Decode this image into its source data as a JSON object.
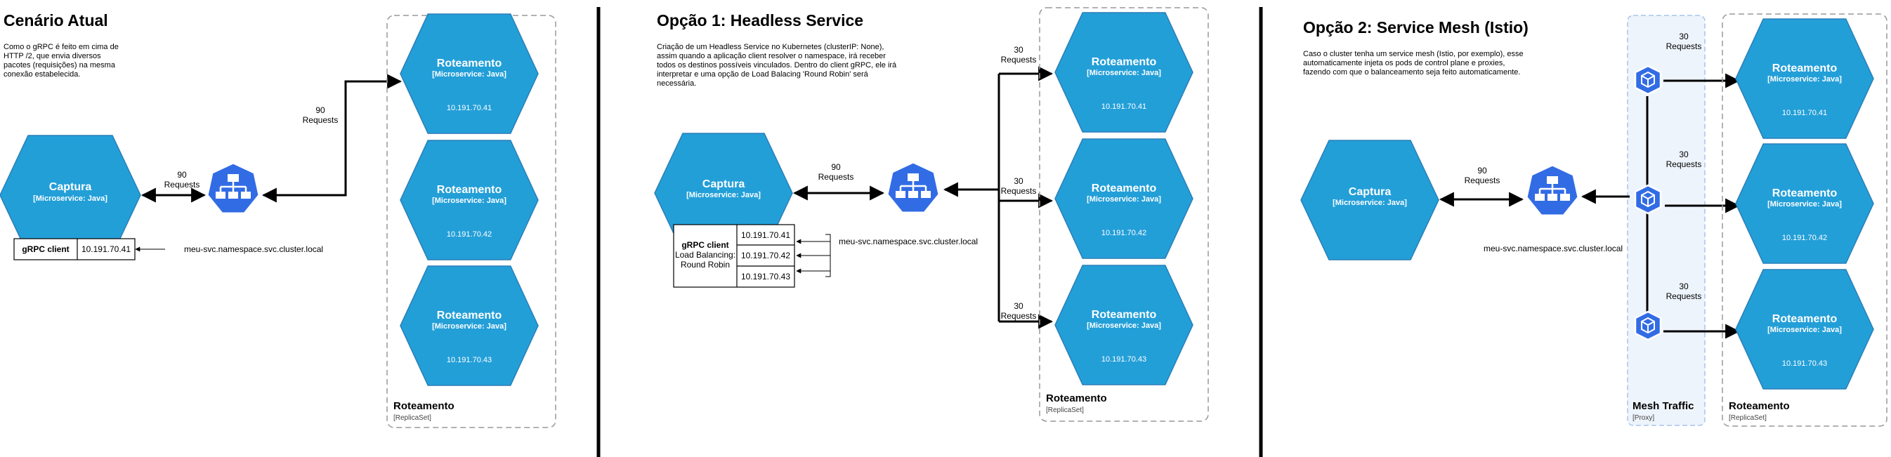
{
  "colors": {
    "hex_fill": "#239fd8",
    "hex_stroke": "#2a7fb8",
    "k8s": "#326ce5",
    "proxy_bg": "#eef4fc",
    "proxy_border": "#a9c4eb",
    "dash": "#999999"
  },
  "service": {
    "title": "Roteamento",
    "subtitle": "[Microservice: Java]",
    "ips": [
      "10.191.70.41",
      "10.191.70.42",
      "10.191.70.43"
    ]
  },
  "client": {
    "title": "Captura",
    "subtitle": "[Microservice: Java]"
  },
  "replicaset": {
    "title": "Roteamento",
    "subtitle": "[ReplicaSet]"
  },
  "dns_name": "meu-svc.namespace.svc.cluster.local",
  "panel1": {
    "title": "Cenário Atual",
    "desc": [
      "Como o gRPC é feito em cima de",
      "HTTP /2, que envia diversos",
      "pacotes (requisições) na mesma",
      "conexão estabelecida."
    ],
    "req_left": [
      "90",
      "Requests"
    ],
    "req_up": [
      "90",
      "Requests"
    ],
    "grpc_label": "gRPC client",
    "grpc_ip": "10.191.70.41"
  },
  "panel2": {
    "title": "Opção 1: Headless Service",
    "desc": [
      "Criação de um Headless Service no Kubernetes (clusterIP: None),",
      "assim quando a aplicação client resolver o namespace, irá receber",
      "todos os destinos possíveis vinculados. Dentro do client gRPC, ele irá",
      "interpretar e uma opção de Load Balacing 'Round Robin' será",
      "necessária."
    ],
    "req_left": [
      "90",
      "Requests"
    ],
    "req_branches": [
      [
        "30",
        "Requests"
      ],
      [
        "30",
        "Requests"
      ],
      [
        "30",
        "Requests"
      ]
    ],
    "grpc_lines": [
      "gRPC client",
      "Load Balancing:",
      "Round Robin"
    ],
    "grpc_ips": [
      "10.191.70.41",
      "10.191.70.42",
      "10.191.70.43"
    ]
  },
  "panel3": {
    "title": "Opção 2: Service Mesh (Istio)",
    "desc": [
      "Caso o cluster tenha um service mesh (Istio, por exemplo), esse",
      "automaticamente injeta os pods de control plane e proxies,",
      "fazendo com que o balanceamento seja feito automaticamente."
    ],
    "req_left": [
      "90",
      "Requests"
    ],
    "req_branches": [
      [
        "30",
        "Requests"
      ],
      [
        "30",
        "Requests"
      ],
      [
        "30",
        "Requests"
      ]
    ],
    "mesh_title": "Mesh Traffic",
    "mesh_sub": "[Proxy]"
  }
}
